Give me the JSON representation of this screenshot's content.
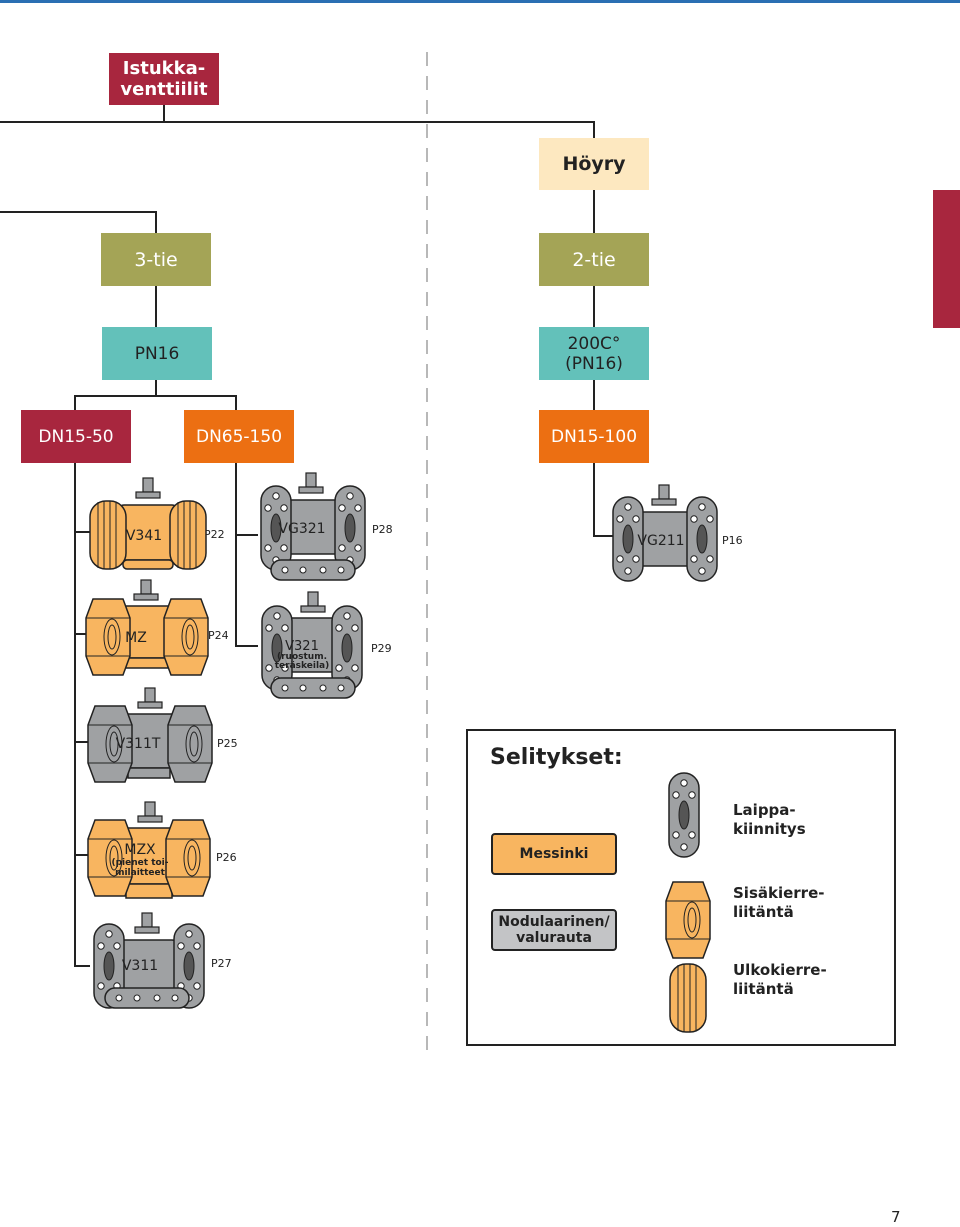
{
  "root": {
    "label": "Istukka-\nventtiilit"
  },
  "steam": {
    "label": "Höyry"
  },
  "ways": {
    "three": "3-tie",
    "two": "2-tie"
  },
  "pressure": {
    "left": "PN16",
    "right": "200C°(PN16)"
  },
  "sizes": {
    "dn15_50": "DN15-50",
    "dn65_150": "DN65-150",
    "dn15_100": "DN15-100"
  },
  "valves": [
    {
      "id": "V341",
      "name": "V341",
      "page": "P22",
      "body": "brass",
      "ends": "external-thread"
    },
    {
      "id": "MZ",
      "name": "MZ",
      "page": "P24",
      "body": "brass",
      "ends": "internal-thread"
    },
    {
      "id": "V311T",
      "name": "V311T",
      "page": "P25",
      "body": "iron",
      "ends": "internal-thread"
    },
    {
      "id": "MZX",
      "name": "MZX",
      "note": "(pienet toi-\nmilaitteet",
      "page": "P26",
      "body": "brass",
      "ends": "internal-thread"
    },
    {
      "id": "V311",
      "name": "V311",
      "page": "P27",
      "body": "iron",
      "ends": "flange"
    },
    {
      "id": "VG321",
      "name": "VG321",
      "page": "P28",
      "body": "iron",
      "ends": "flange"
    },
    {
      "id": "V321",
      "name": "V321",
      "note": "(ruostum.\nteräskeila)",
      "page": "P29",
      "body": "iron",
      "ends": "flange"
    },
    {
      "id": "VG211",
      "name": "VG211",
      "page": "P16",
      "body": "iron",
      "ends": "flange"
    }
  ],
  "legend": {
    "title": "Selitykset:",
    "materials": [
      "Messinki",
      "Nodulaarinen/\nvalurauta"
    ],
    "connections": [
      "Laippa-\nkiinnitys",
      "Sisäkierre-\nliitäntä",
      "Ulkokierre-\nliitäntä"
    ]
  },
  "page_number": "7",
  "colors": {
    "brass": "#f8b560",
    "iron": "#9fa1a3",
    "accent_red": "#a8263e",
    "olive": "#a4a456",
    "teal": "#63c1ba",
    "orange": "#ec6f12",
    "steam": "#fde8c0"
  }
}
